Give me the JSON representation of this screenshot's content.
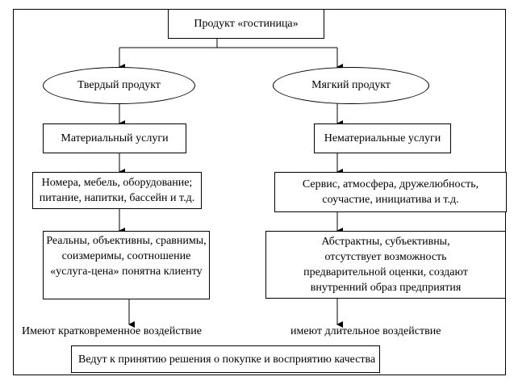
{
  "diagram": {
    "root": "Продукт «гостиница»",
    "left_branch": {
      "category": "Твердый продукт",
      "services": "Материальный услуги",
      "examples": [
        "Номера, мебель, оборудование;",
        "питание, напитки, бассейн и т.д."
      ],
      "properties": [
        "Реальны, объективны, сравнимы,",
        "соизмеримы, соотношение",
        "«услуга-цена» понятна клиенту"
      ],
      "effect": "Имеют кратковременное воздействие"
    },
    "right_branch": {
      "category": "Мягкий продукт",
      "services": "Нематериальные услуги",
      "examples": [
        "Сервис, атмосфера, дружелюбность,",
        "соучастие, инициатива и т.д."
      ],
      "properties": [
        "Абстрактны, субъективны,",
        "отсутствует возможность",
        "предварительной оценки, создают",
        "внутренний образ предприятия"
      ],
      "effect": "имеют длительное воздействие"
    },
    "conclusion": "Ведут к принятию решения о покупке и восприятию качества"
  }
}
